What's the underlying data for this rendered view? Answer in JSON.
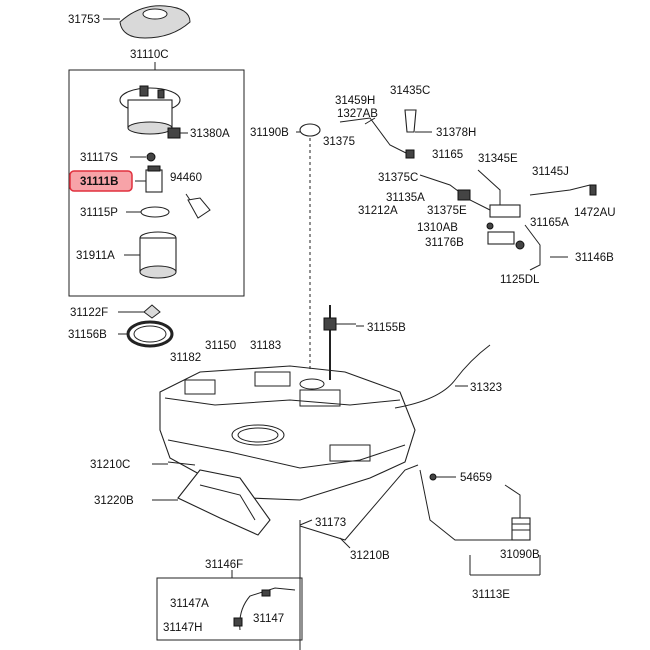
{
  "labels": {
    "l31753": "31753",
    "l31110C": "31110C",
    "l31380A": "31380A",
    "l31117S": "31117S",
    "l31111B": "31111B",
    "l94460": "94460",
    "l31115P": "31115P",
    "l31911A": "31911A",
    "l31122F": "31122F",
    "l31156B": "31156B",
    "l31150": "31150",
    "l31182": "31182",
    "l31183": "31183",
    "l31190B": "31190B",
    "l31459H": "31459H",
    "l1327AB": "1327AB",
    "l31435C": "31435C",
    "l31378H": "31378H",
    "l31375": "31375",
    "l31165": "31165",
    "l31345E": "31345E",
    "l31145J": "31145J",
    "l31375C": "31375C",
    "l31135A": "31135A",
    "l31212A": "31212A",
    "l31375E": "31375E",
    "l31165A": "31165A",
    "l1472AU": "1472AU",
    "l1310AB": "1310AB",
    "l31176B": "31176B",
    "l31146B": "31146B",
    "l1125DL": "1125DL",
    "l31155B": "31155B",
    "l31323": "31323",
    "l31210C": "31210C",
    "l54659": "54659",
    "l31220B": "31220B",
    "l31173": "31173",
    "l31210B": "31210B",
    "l31090B": "31090B",
    "l31113E": "31113E",
    "l31146F": "31146F",
    "l31147A": "31147A",
    "l31147": "31147",
    "l31147H": "31147H"
  },
  "highlight": {
    "label_ref": "l31111B",
    "fill": "#f7a3a8",
    "stroke": "#e0303d"
  }
}
